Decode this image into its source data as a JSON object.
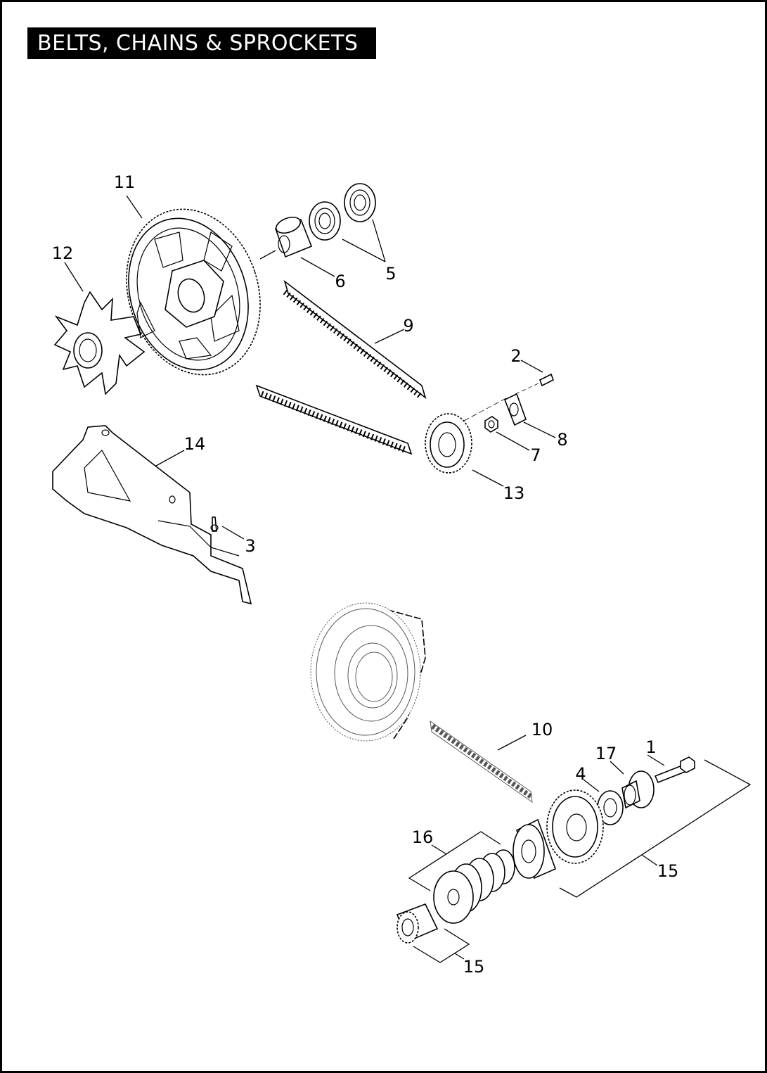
{
  "title": "BELTS, CHAINS & SPROCKETS",
  "callouts": [
    {
      "id": "c1",
      "text": "1"
    },
    {
      "id": "c2",
      "text": "2"
    },
    {
      "id": "c3",
      "text": "3"
    },
    {
      "id": "c4",
      "text": "4"
    },
    {
      "id": "c5",
      "text": "5"
    },
    {
      "id": "c6",
      "text": "6"
    },
    {
      "id": "c7",
      "text": "7"
    },
    {
      "id": "c8",
      "text": "8"
    },
    {
      "id": "c9",
      "text": "9"
    },
    {
      "id": "c10",
      "text": "10"
    },
    {
      "id": "c11",
      "text": "11"
    },
    {
      "id": "c12",
      "text": "12"
    },
    {
      "id": "c13",
      "text": "13"
    },
    {
      "id": "c14",
      "text": "14"
    },
    {
      "id": "c15a",
      "text": "15"
    },
    {
      "id": "c15b",
      "text": "15"
    },
    {
      "id": "c16",
      "text": "16"
    },
    {
      "id": "c17",
      "text": "17"
    }
  ]
}
